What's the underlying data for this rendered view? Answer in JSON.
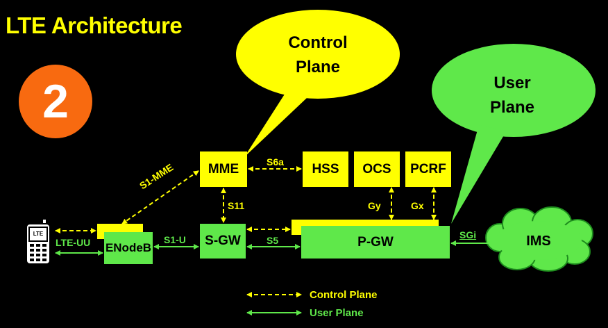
{
  "title": "LTE Architecture",
  "step_number": "2",
  "colors": {
    "yellow": "#FFFF00",
    "green": "#5FE84A",
    "orange": "#F86A10",
    "background": "#000000",
    "dark_green": "#1E8C1E"
  },
  "bubbles": {
    "control": [
      "Control",
      "Plane"
    ],
    "user": [
      "User",
      "Plane"
    ]
  },
  "nodes": {
    "mme": "MME",
    "hss": "HSS",
    "ocs": "OCS",
    "pcrf": "PCRF",
    "sgw": "S-GW",
    "pgw": "P-GW",
    "enodeb": "ENodeB",
    "ims": "IMS",
    "ue_icon": "mobile-phone-icon",
    "ue_screen": "LTE"
  },
  "interfaces": {
    "s1_mme": "S1-MME",
    "s6a": "S6a",
    "s11": "S11",
    "gy": "Gy",
    "gx": "Gx",
    "s1_u": "S1-U",
    "s5": "S5",
    "sgi": "SGi",
    "lte_uu": "LTE-UU"
  },
  "legend": {
    "control": "Control Plane",
    "user": "User Plane"
  }
}
